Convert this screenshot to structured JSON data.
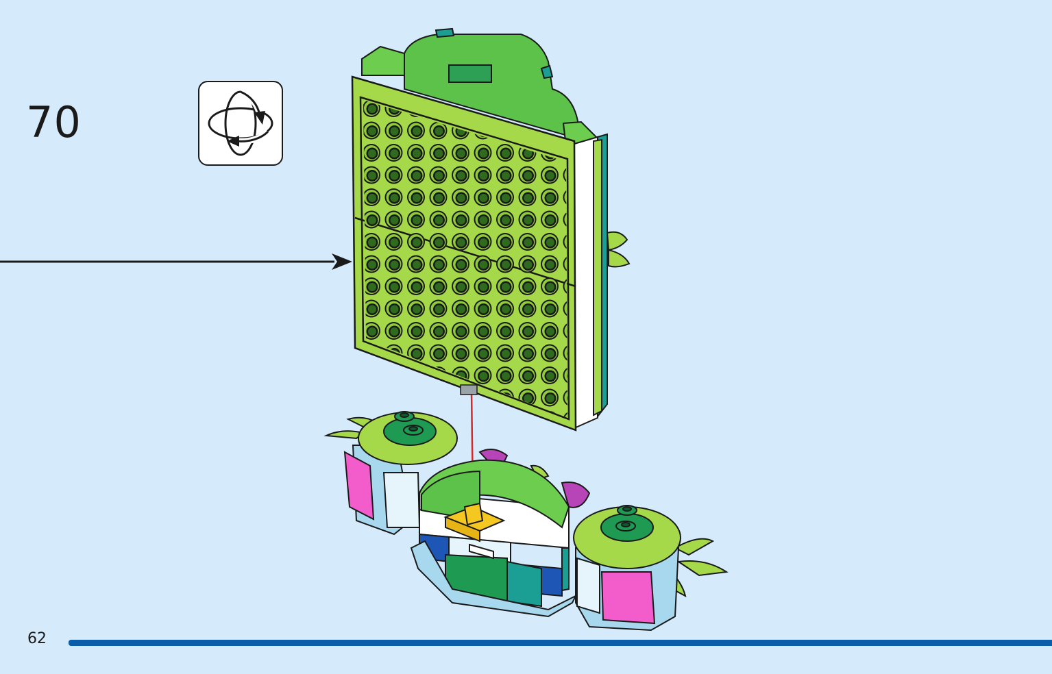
{
  "step": {
    "number": "70"
  },
  "rotate_hint": {
    "icon": "rotate-model-icon"
  },
  "footer": {
    "page_number": "62",
    "progress": 1.0,
    "bar_color": "#0a5da8"
  },
  "colors": {
    "background": "#d5ebfb",
    "lime": "#a5d94a",
    "green": "#5cc24a",
    "dark_green": "#1f9a52",
    "teal": "#1b9e94",
    "pink": "#f25ccb",
    "purple": "#b845b8",
    "light_blue": "#a8d8ee",
    "blue": "#1e56b5",
    "yellow": "#f5c821",
    "arrow_red": "#d12a2a"
  }
}
